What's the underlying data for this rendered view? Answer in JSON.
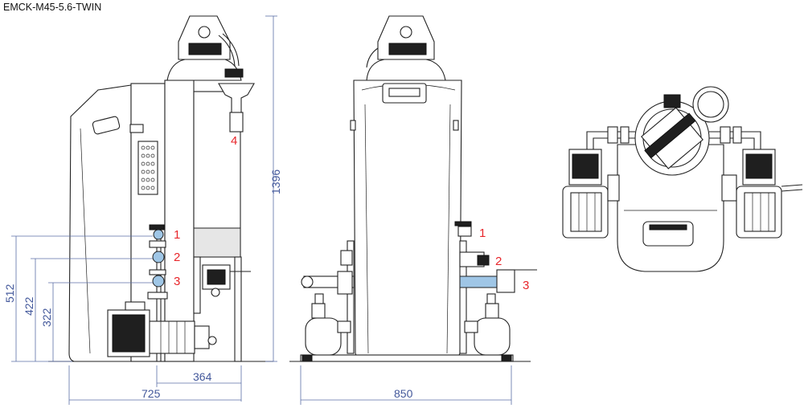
{
  "title": "EMCK-M45-5.6-TWIN",
  "dimensions": {
    "height_total": "1396",
    "conn_1": "512",
    "conn_2": "422",
    "conn_3": "322",
    "depth_conn": "364",
    "depth_total": "725",
    "width_total": "850"
  },
  "callouts": {
    "side_1": "1",
    "side_2": "2",
    "side_3": "3",
    "side_4": "4",
    "front_1": "1",
    "front_2": "2",
    "front_3": "3"
  },
  "colors": {
    "dimension": "#43589b",
    "callout": "#e8262b",
    "line": "#222222"
  }
}
